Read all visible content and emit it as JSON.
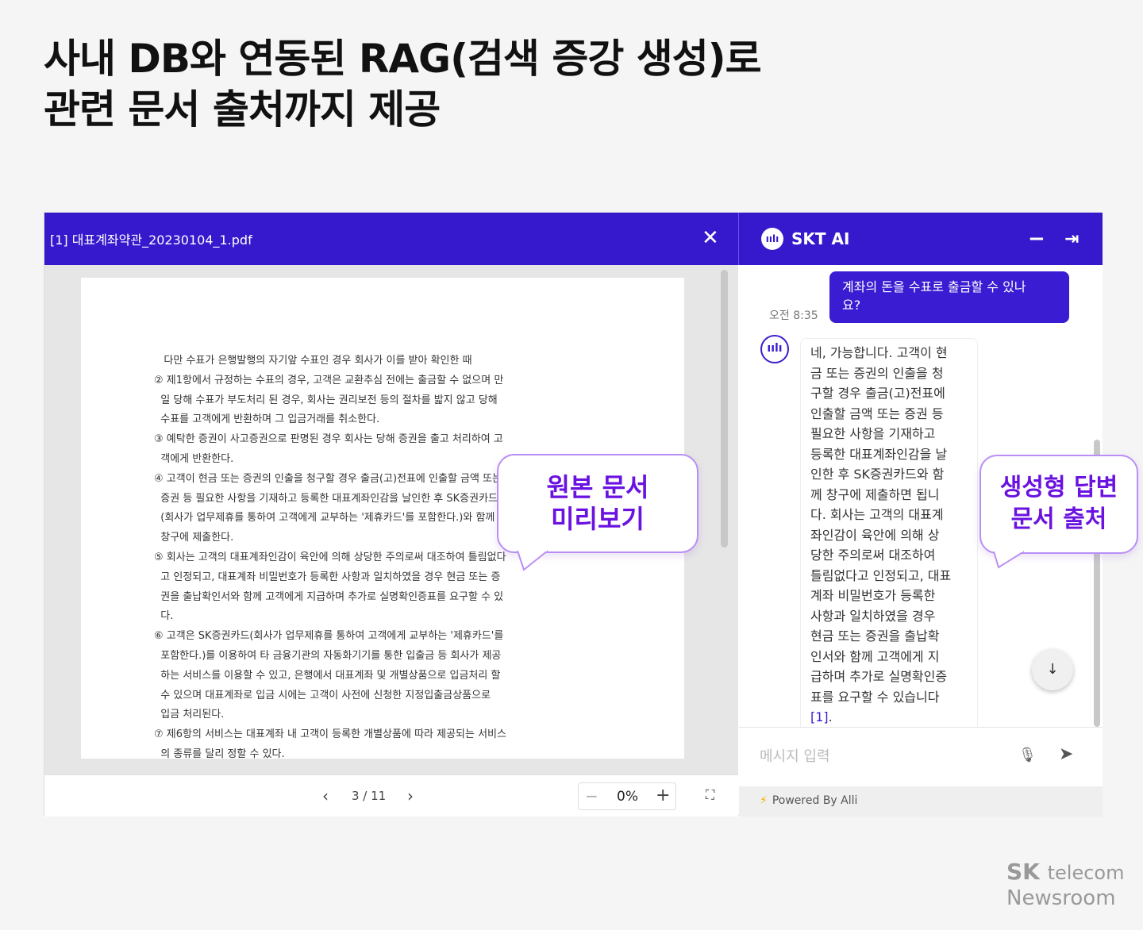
{
  "headline": {
    "line1": "사내 DB와 연동된 RAG(검색 증강 생성)로",
    "line2": "관련 문서 출처까지 제공"
  },
  "doc_viewer": {
    "file_title": "[1] 대표계좌약관_20230104_1.pdf",
    "close_icon": "close-icon",
    "lines": [
      "   다만 수표가 은행발행의 자기앞 수표인 경우 회사가 이를 받아 확인한 때",
      "② 제1항에서 규정하는 수표의 경우, 고객은 교환추심 전에는 출금할 수 없으며 만",
      "  일 당해 수표가 부도처리 된 경우, 회사는 권리보전 등의 절차를 밟지 않고 당해",
      "  수표를 고객에게 반환하며 그 입금거래를 취소한다.",
      "③ 예탁한 증권이 사고증권으로 판명된 경우 회사는 당해 증권을 출고 처리하여 고",
      "  객에게 반환한다.",
      "④ 고객이 현금 또는 증권의 인출을 청구할 경우 출금(고)전표에 인출할 금액 또는",
      "  증권 등 필요한 사항을 기재하고 등록한 대표계좌인감을 날인한 후 SK증권카드",
      "  (회사가 업무제휴를 통하여 고객에게 교부하는 '제휴카드'를 포함한다.)와 함께",
      "  창구에 제출한다.",
      "⑤ 회사는 고객의 대표계좌인감이 육안에 의해 상당한 주의로써 대조하여 틀림없다",
      "  고 인정되고, 대표계좌 비밀번호가 등록한 사항과 일치하였을 경우 현금 또는 증",
      "  권을 출납확인서와 함께 고객에게 지급하며 추가로 실명확인증표를 요구할 수 있",
      "  다.",
      "⑥ 고객은 SK증권카드(회사가 업무제휴를 통하여 고객에게 교부하는 '제휴카드'를",
      "  포함한다.)를 이용하여 타 금융기관의 자동화기기를 통한 입출금 등 회사가 제공",
      "  하는 서비스를 이용할 수 있고, 은행에서 대표계좌 및 개별상품으로 입금처리 할",
      "  수 있으며 대표계좌로 입금 시에는 고객이 사전에 신청한 지정입출금상품으로",
      "  입금 처리된다.",
      "⑦ 제6항의 서비스는 대표계좌 내 고객이 등록한 개별상품에 따라 제공되는 서비스",
      "  의 종류를 달리 정할 수 있다."
    ],
    "toolbar": {
      "prev": "‹",
      "page_indicator": "3 / 11",
      "next": "›",
      "zoom_out": "−",
      "zoom_value": "0%",
      "zoom_in": "+",
      "fullscreen_icon": "fullscreen-icon"
    }
  },
  "chat": {
    "title": "SKT AI",
    "minimize": "−",
    "exit_icon": "exit-icon",
    "user_message": "계좌의 돈을 수표로 출금할 수 있나\n요?",
    "time": "오전 8:35",
    "bot_lines": "네, 가능합니다. 고객이 현\n금 또는 증권의 인출을 청\n구할 경우 출금(고)전표에\n인출할 금액 또는 증권 등\n필요한 사항을 기재하고\n등록한 대표계좌인감을 날\n인한 후 SK증권카드와 함\n께 창구에 제출하면 됩니\n다. 회사는 고객의 대표계\n좌인감이 육안에 의해 상\n당한 주의로써 대조하여\n틀림없다고 인정되고, 대표\n계좌 비밀번호가 등록한\n사항과 일치하였을 경우\n현금 또는 증권을 출납확\n인서와 함께 고객에게 지\n급하며 추가로 실명확인증\n표를 요구할 수 있습니다\n",
    "citation": "[1]",
    "input_placeholder": "메시지 입력",
    "powered_by": "Powered By Alli"
  },
  "callouts": {
    "left": {
      "line1": "원본 문서",
      "line2": "미리보기"
    },
    "right": {
      "line1": "생성형 답변",
      "line2": "문서 출처"
    }
  },
  "brand": {
    "line1_bold": "SK",
    "line1": "telecom",
    "line2": "Newsroom"
  },
  "colors": {
    "header": "#3619cc",
    "accent_purple": "#6a12e0",
    "callout_border": "#b98ff5"
  }
}
